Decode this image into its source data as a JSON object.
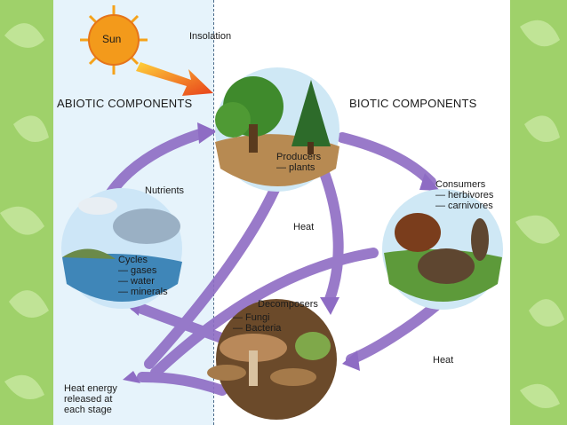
{
  "header": {
    "abiotic": "ABIOTIC COMPONENTS",
    "biotic": "BIOTIC COMPONENTS"
  },
  "sun": {
    "label": "Sun"
  },
  "insolation": "Insolation",
  "nutrients": "Nutrients",
  "producers": {
    "title": "Producers",
    "item": "— plants"
  },
  "consumers": {
    "title": "Consumers",
    "items": [
      "— herbivores",
      "— carnivores"
    ]
  },
  "cycles": {
    "title": "Cycles",
    "items": [
      "— gases",
      "— water",
      "— minerals"
    ]
  },
  "decomposers": {
    "title": "Decomposers",
    "items": [
      "— Fungi",
      "— Bacteria"
    ]
  },
  "heat_center": "Heat",
  "heat_right": "Heat",
  "heat_energy": [
    "Heat energy",
    "released at",
    "each stage"
  ],
  "colors": {
    "arrow": "#8e6cc4",
    "sun_ray": "#f08a18",
    "bg_leaf": "#bfe39a"
  }
}
